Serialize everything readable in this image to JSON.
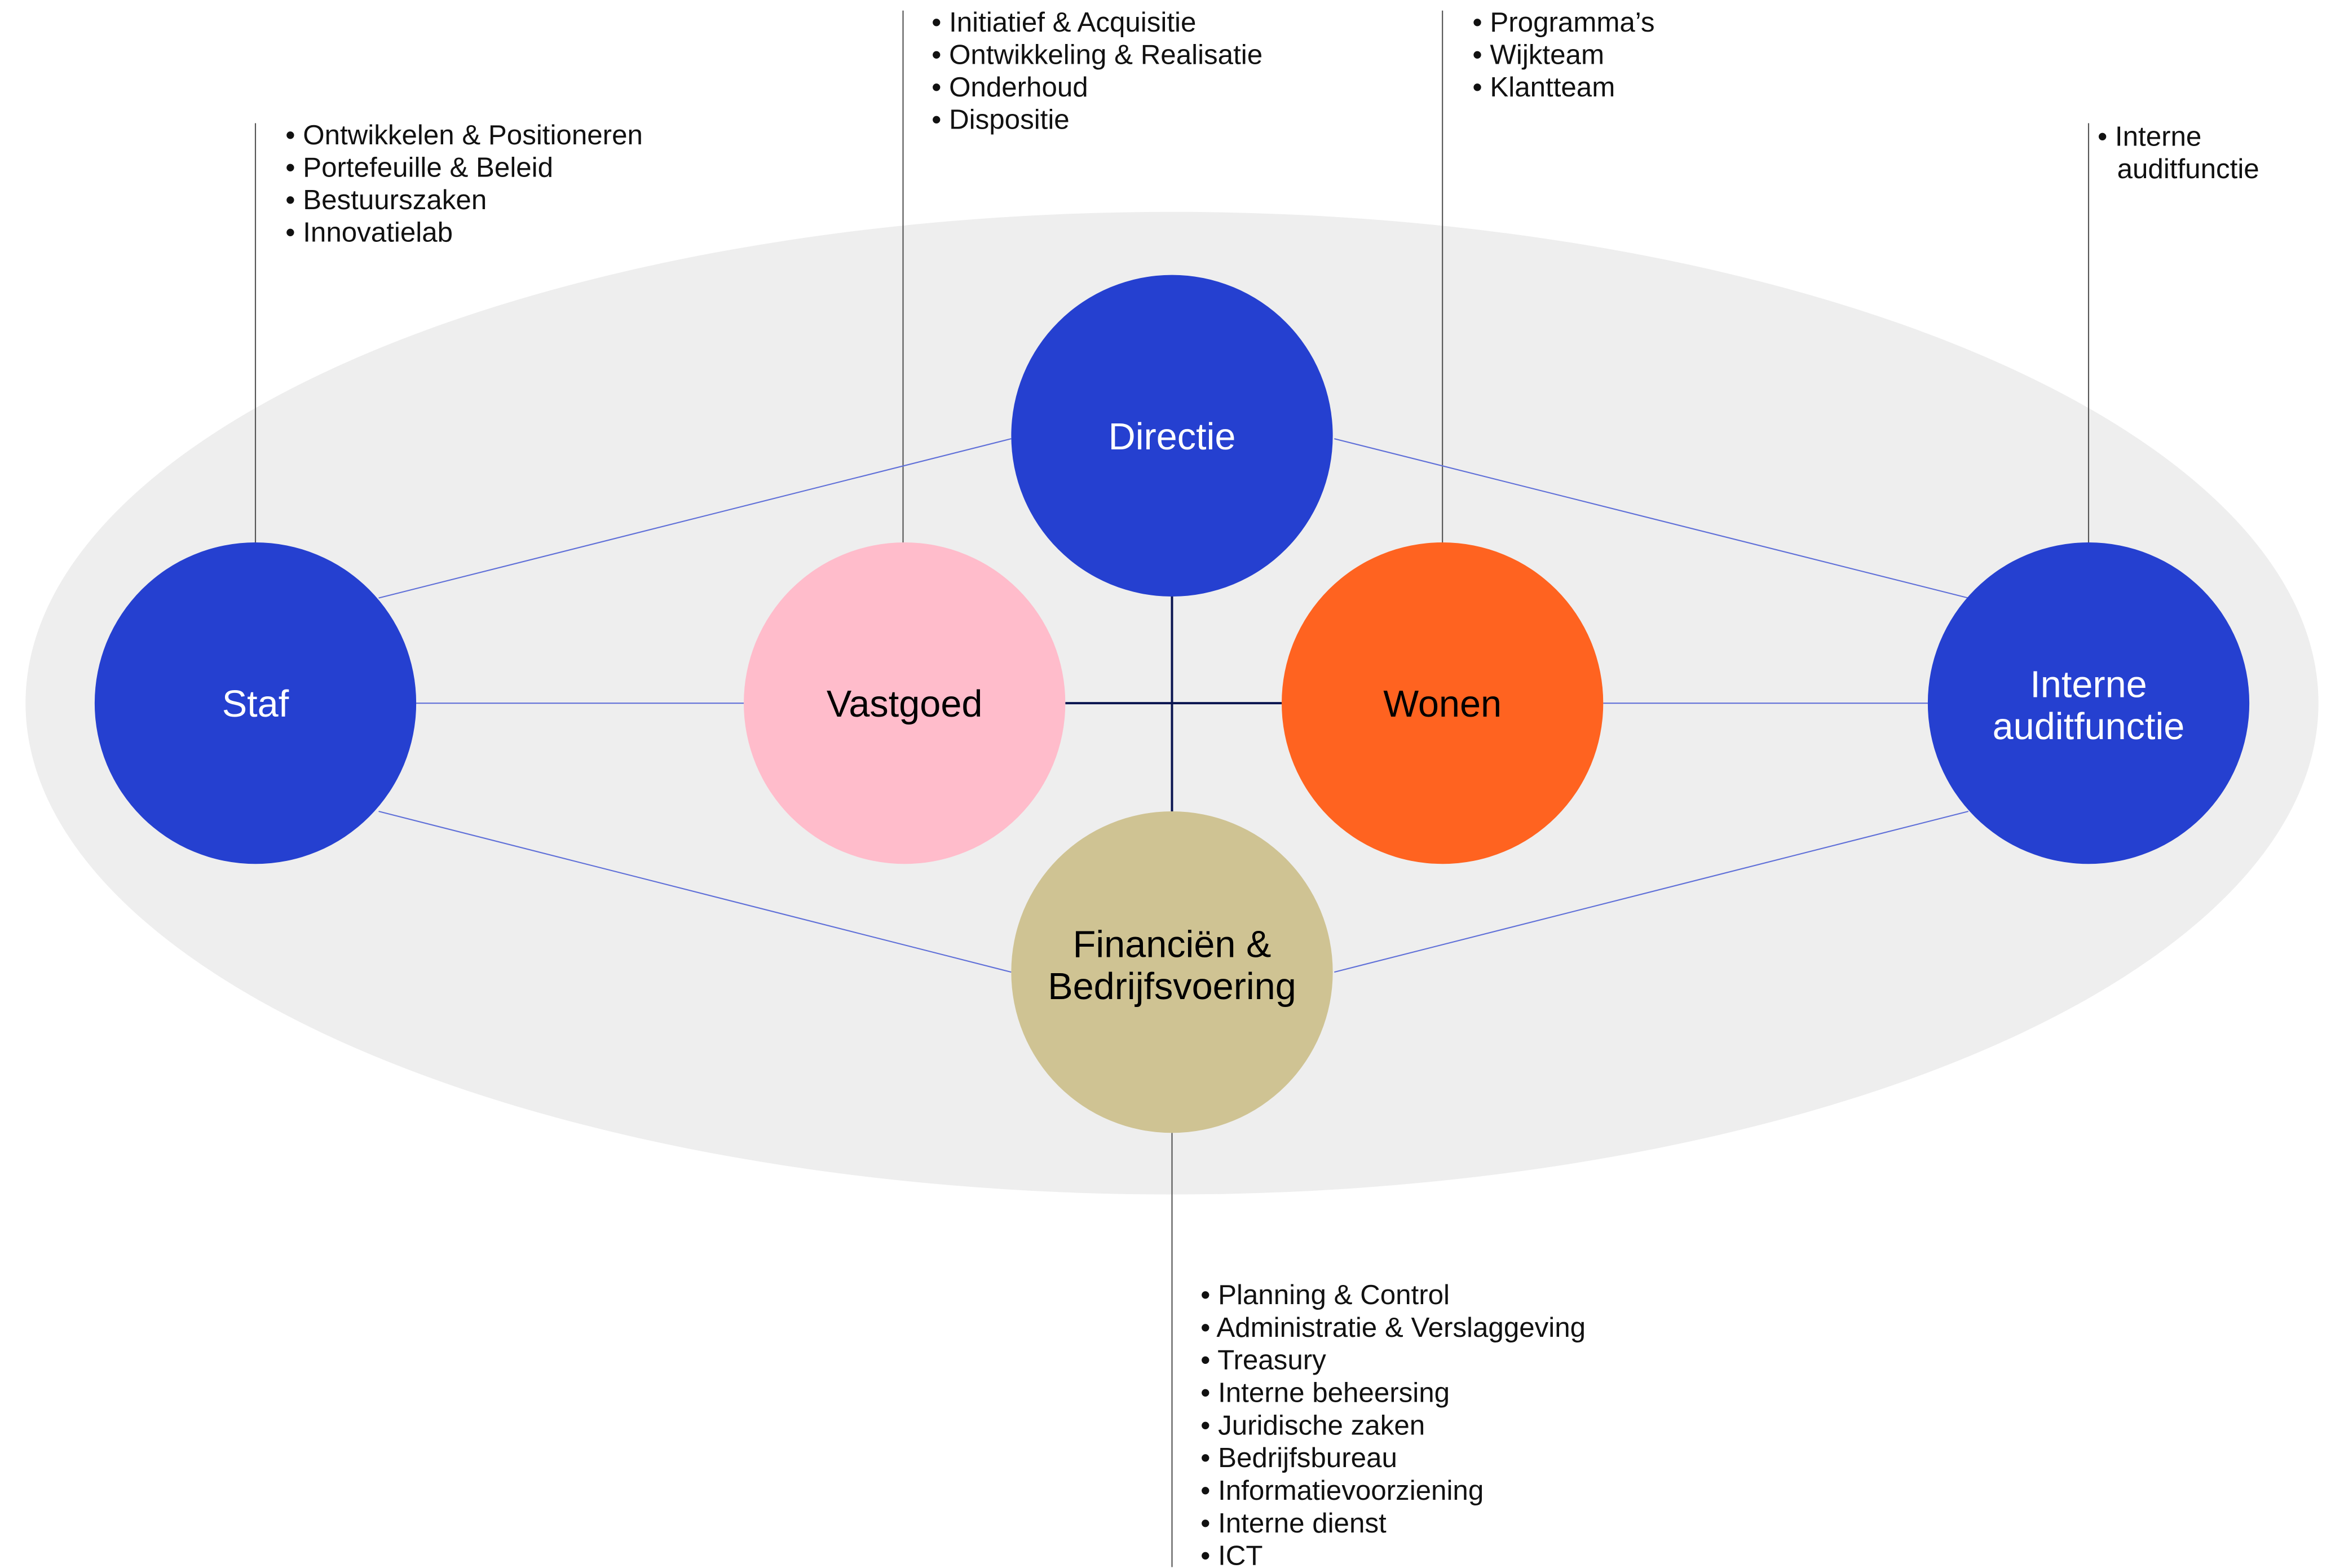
{
  "colors": {
    "background_ellipse": "#eeeeee",
    "blue": "#2540d0",
    "pink": "#ffbccb",
    "orange": "#ff6320",
    "beige": "#cfc393",
    "connector": "#6070d8",
    "cross": "#0a1450",
    "callout": "#555555"
  },
  "nodes": {
    "directie": {
      "label": "Directie"
    },
    "staf": {
      "label": "Staf",
      "items": [
        "• Ontwikkelen & Positioneren",
        "• Portefeuille & Beleid",
        "• Bestuurszaken",
        "• Innovatielab"
      ]
    },
    "vastgoed": {
      "label": "Vastgoed",
      "items": [
        "• Initiatief & Acquisitie",
        "• Ontwikkeling & Realisatie",
        "• Onderhoud",
        "• Dispositie"
      ]
    },
    "wonen": {
      "label": "Wonen",
      "items": [
        "• Programma’s",
        "• Wijkteam",
        "• Klantteam"
      ]
    },
    "interne": {
      "label_lines": [
        "Interne",
        "auditfunctie"
      ],
      "items": [
        "• Interne",
        "auditfunctie"
      ]
    },
    "financien": {
      "label_lines": [
        "Financiën &",
        "Bedrijfsvoering"
      ],
      "items": [
        "• Planning & Control",
        "• Administratie & Verslaggeving",
        "• Treasury",
        "• Interne beheersing",
        "• Juridische zaken",
        "• Bedrijfsbureau",
        "• Informatievoorziening",
        "• Interne dienst",
        "• ICT"
      ]
    }
  }
}
